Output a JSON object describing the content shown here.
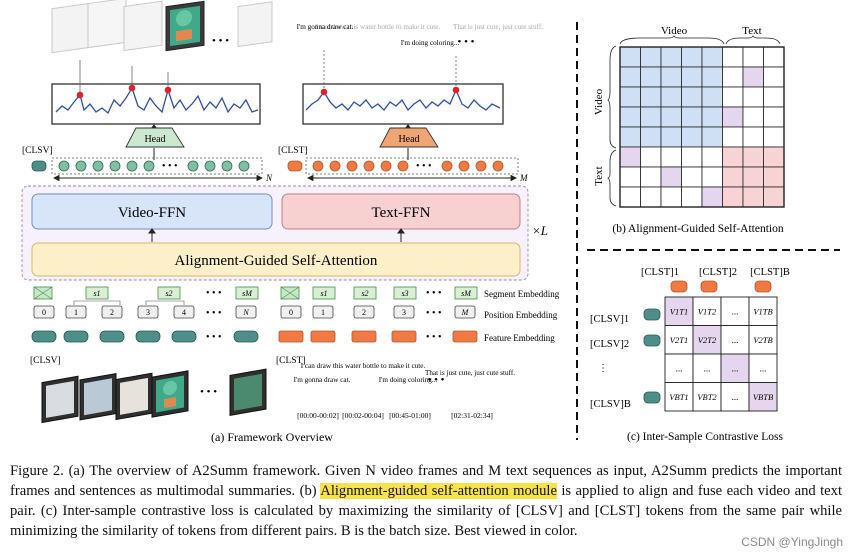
{
  "framework": {
    "clsv_label": "[CLSV]",
    "clst_label": "[CLST]",
    "head_label": "Head",
    "n_label": "N",
    "m_label": "M",
    "video_ffn": "Video-FFN",
    "text_ffn": "Text-FFN",
    "times_l": "×L",
    "alignment_attention": "Alignment-Guided Self-Attention",
    "ellipsis": "• • •",
    "segment_tokens": [
      "s1",
      "s2",
      "sM",
      "s1",
      "s2",
      "s3",
      "sM"
    ],
    "position_tokens": [
      "0",
      "1",
      "2",
      "3",
      "4",
      "N",
      "0",
      "1",
      "2",
      "3",
      "M"
    ],
    "segment_embedding": "Segment Embedding",
    "position_embedding": "Position Embedding",
    "feature_embedding": "Feature Embedding",
    "top_texts": [
      "I'm gonna draw cat.",
      "I can draw this water bottle to make it cute.",
      "I'm doing coloring...",
      "That is just cute, just cute stuff."
    ],
    "bottom_texts": [
      "I'm gonna draw cat.",
      "I can draw this water bottle to make it cute.",
      "I'm doing coloring...",
      "That is just cute, just cute stuff."
    ],
    "timestamps": [
      "[00:00-00:02]",
      "[00:02-00:04]",
      "[00:45-01:00]",
      "[02:31-02:34]"
    ],
    "caption": "(a) Framework Overview"
  },
  "attention": {
    "video_label": "Video",
    "text_label": "Text",
    "caption": "(b) Alignment-Guided Self-Attention"
  },
  "contrastive": {
    "col_headers": [
      "[CLST]1",
      "[CLST]2",
      "[CLST]B"
    ],
    "row_headers": [
      "[CLSV]1",
      "[CLSV]2",
      "[CLSV]B"
    ],
    "cells": [
      [
        "V1T1",
        "V1T2",
        "...",
        "V1TB"
      ],
      [
        "V2T1",
        "V2T2",
        "...",
        "V2TB"
      ],
      [
        "...",
        "...",
        "...",
        "..."
      ],
      [
        "VBT1",
        "VBT2",
        "...",
        "VBTB"
      ]
    ],
    "caption": "(c) Inter-Sample Contrastive Loss"
  },
  "figure_caption": {
    "part1": "Figure 2. (a) The overview of A2Summ framework. Given N video frames and M text sequences as input, A2Summ predicts the important frames and sentences as multimodal summaries. (b) ",
    "highlight": "Alignment-guided self-attention module",
    "part2": " is applied to align and fuse each video and text pair. (c) Inter-sample contrastive loss is calculated by maximizing the similarity of [CLSV] and [CLST] tokens from the same pair while minimizing the similarity of tokens from different pairs. B is the batch size. Best viewed in color."
  },
  "watermark": "CSDN @YingJingh"
}
